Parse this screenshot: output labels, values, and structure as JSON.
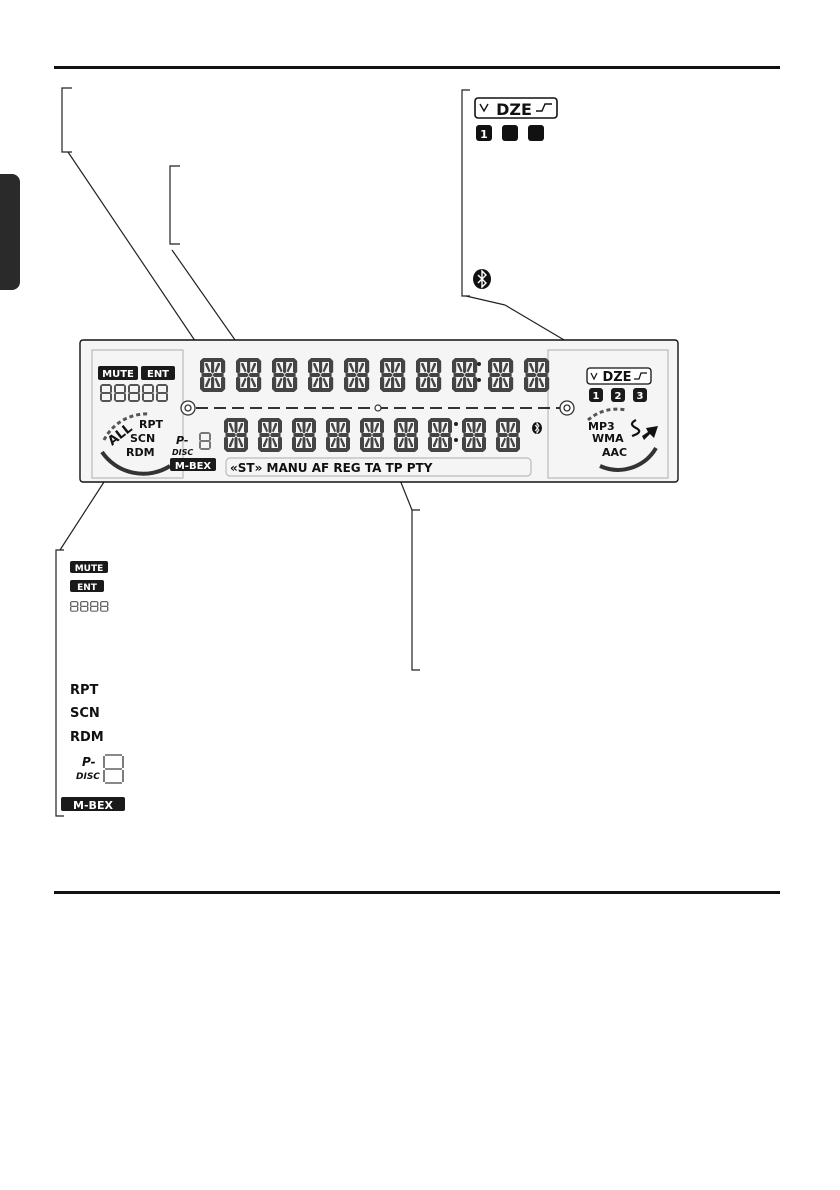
{
  "colors": {
    "ink": "#111111",
    "panel": "#f4f4f4",
    "segment": "#3a3a3a",
    "badge": "#1a1a1a",
    "tab": "#2a2a2a"
  },
  "display": {
    "mute": "MUTE",
    "ent": "ENT",
    "dze": "DZE",
    "presets": [
      "1",
      "2",
      "3"
    ],
    "all": "ALL",
    "rpt": "RPT",
    "scn": "SCN",
    "rdm": "RDM",
    "p_prefix": "P-",
    "disc": "DISC",
    "mbex": "M-BEX",
    "bottom_indicators": "«ST» MANU AF REG TA TP PTY",
    "formats": [
      "MP3",
      "WMA",
      "AAC"
    ],
    "bluetooth_icon": "bluetooth-icon"
  },
  "callouts": {
    "dze": "DZE",
    "dze_boxes": [
      "1",
      "",
      ""
    ],
    "bluetooth_icon": "bluetooth-icon"
  },
  "legend": {
    "mute": "MUTE",
    "ent": "ENT",
    "rpt": "RPT",
    "scn": "SCN",
    "rdm": "RDM",
    "p_prefix": "P-",
    "disc": "DISC",
    "mbex": "M-BEX"
  }
}
